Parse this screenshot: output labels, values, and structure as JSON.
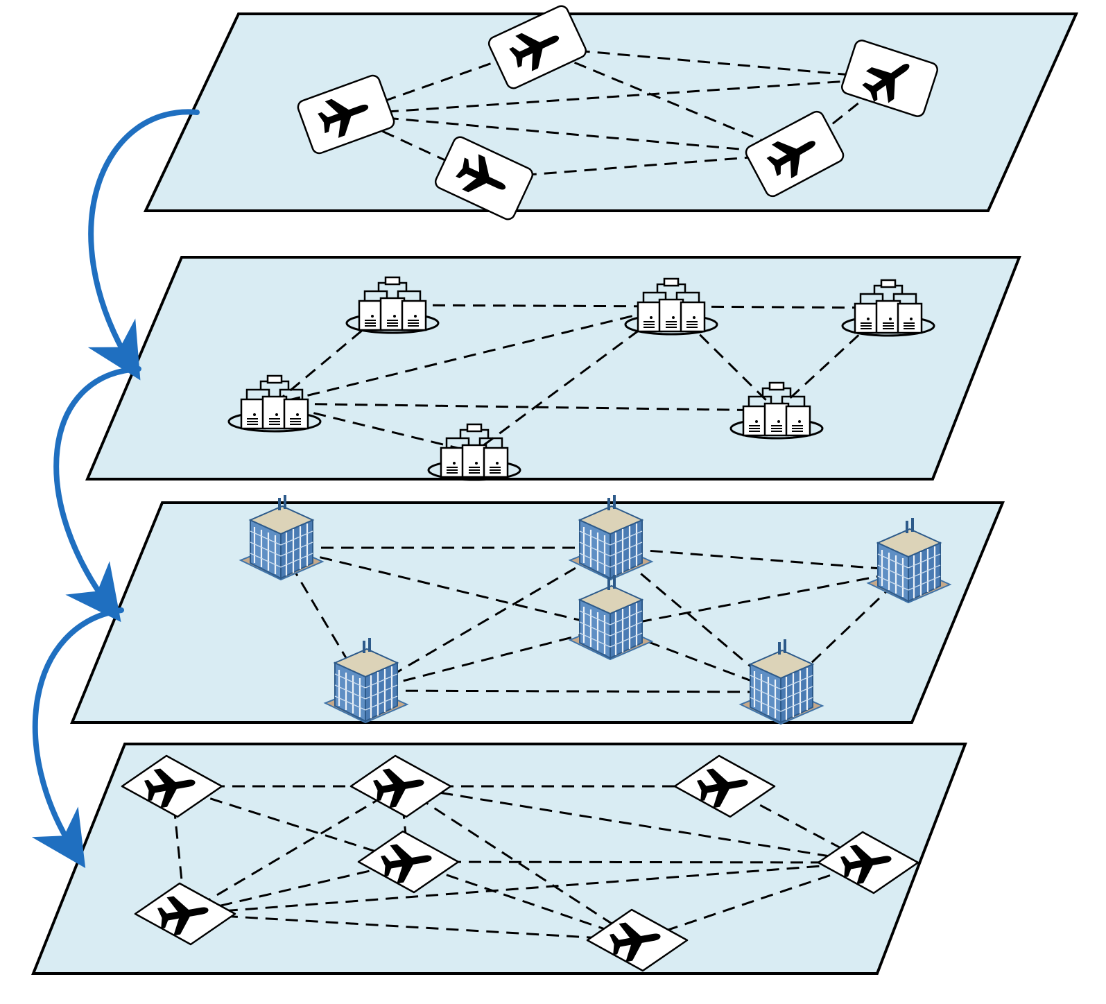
{
  "diagram": {
    "type": "multi-layer network",
    "colors": {
      "plane_fill": "#d9ecf3",
      "plane_stroke": "#000000",
      "arrow": "#1f6fc0",
      "edge": "#000000",
      "node_fill": "#ffffff",
      "building_blue": "#3f73a8"
    },
    "layers": [
      {
        "id": "layer-1",
        "node_icon": "airplane-icon",
        "nodes": [
          {
            "id": "a",
            "rotation": -20
          },
          {
            "id": "b",
            "rotation": -25
          },
          {
            "id": "c",
            "rotation": 25
          },
          {
            "id": "d",
            "rotation": -35
          },
          {
            "id": "e",
            "rotation": -30
          }
        ],
        "edges": [
          [
            "a",
            "b"
          ],
          [
            "a",
            "c"
          ],
          [
            "a",
            "d"
          ],
          [
            "a",
            "e"
          ],
          [
            "b",
            "d"
          ],
          [
            "b",
            "e"
          ],
          [
            "c",
            "e"
          ],
          [
            "d",
            "e"
          ]
        ]
      },
      {
        "id": "layer-2",
        "node_icon": "server-cluster-icon",
        "nodes": [
          {
            "id": "a"
          },
          {
            "id": "b"
          },
          {
            "id": "c"
          },
          {
            "id": "d"
          },
          {
            "id": "e"
          },
          {
            "id": "f"
          }
        ],
        "edges": [
          [
            "a",
            "b"
          ],
          [
            "a",
            "d"
          ],
          [
            "b",
            "c"
          ],
          [
            "b",
            "d"
          ],
          [
            "b",
            "f"
          ],
          [
            "c",
            "e"
          ],
          [
            "b",
            "e"
          ],
          [
            "d",
            "e"
          ],
          [
            "d",
            "f"
          ]
        ]
      },
      {
        "id": "layer-3",
        "node_icon": "office-building-icon",
        "nodes": [
          {
            "id": "a"
          },
          {
            "id": "b"
          },
          {
            "id": "c"
          },
          {
            "id": "d"
          },
          {
            "id": "e"
          },
          {
            "id": "f"
          }
        ],
        "edges": [
          [
            "a",
            "b"
          ],
          [
            "a",
            "d"
          ],
          [
            "a",
            "e"
          ],
          [
            "b",
            "c"
          ],
          [
            "b",
            "d"
          ],
          [
            "b",
            "e"
          ],
          [
            "c",
            "d"
          ],
          [
            "c",
            "f"
          ],
          [
            "d",
            "e"
          ],
          [
            "d",
            "f"
          ],
          [
            "b",
            "f"
          ],
          [
            "e",
            "f"
          ]
        ]
      },
      {
        "id": "layer-4",
        "node_icon": "airplane-icon",
        "nodes": [
          {
            "id": "a"
          },
          {
            "id": "b"
          },
          {
            "id": "c"
          },
          {
            "id": "d"
          },
          {
            "id": "e"
          },
          {
            "id": "f"
          },
          {
            "id": "g"
          }
        ],
        "edges": [
          [
            "a",
            "b"
          ],
          [
            "a",
            "d"
          ],
          [
            "a",
            "e"
          ],
          [
            "b",
            "c"
          ],
          [
            "b",
            "d"
          ],
          [
            "b",
            "e"
          ],
          [
            "b",
            "f"
          ],
          [
            "b",
            "g"
          ],
          [
            "c",
            "f"
          ],
          [
            "d",
            "e"
          ],
          [
            "d",
            "g"
          ],
          [
            "e",
            "f"
          ],
          [
            "e",
            "g"
          ],
          [
            "f",
            "g"
          ],
          [
            "d",
            "f"
          ]
        ]
      }
    ],
    "interlayer_arrows": [
      {
        "from": "layer-1",
        "to": "layer-2"
      },
      {
        "from": "layer-2",
        "to": "layer-3"
      },
      {
        "from": "layer-3",
        "to": "layer-4"
      }
    ]
  }
}
